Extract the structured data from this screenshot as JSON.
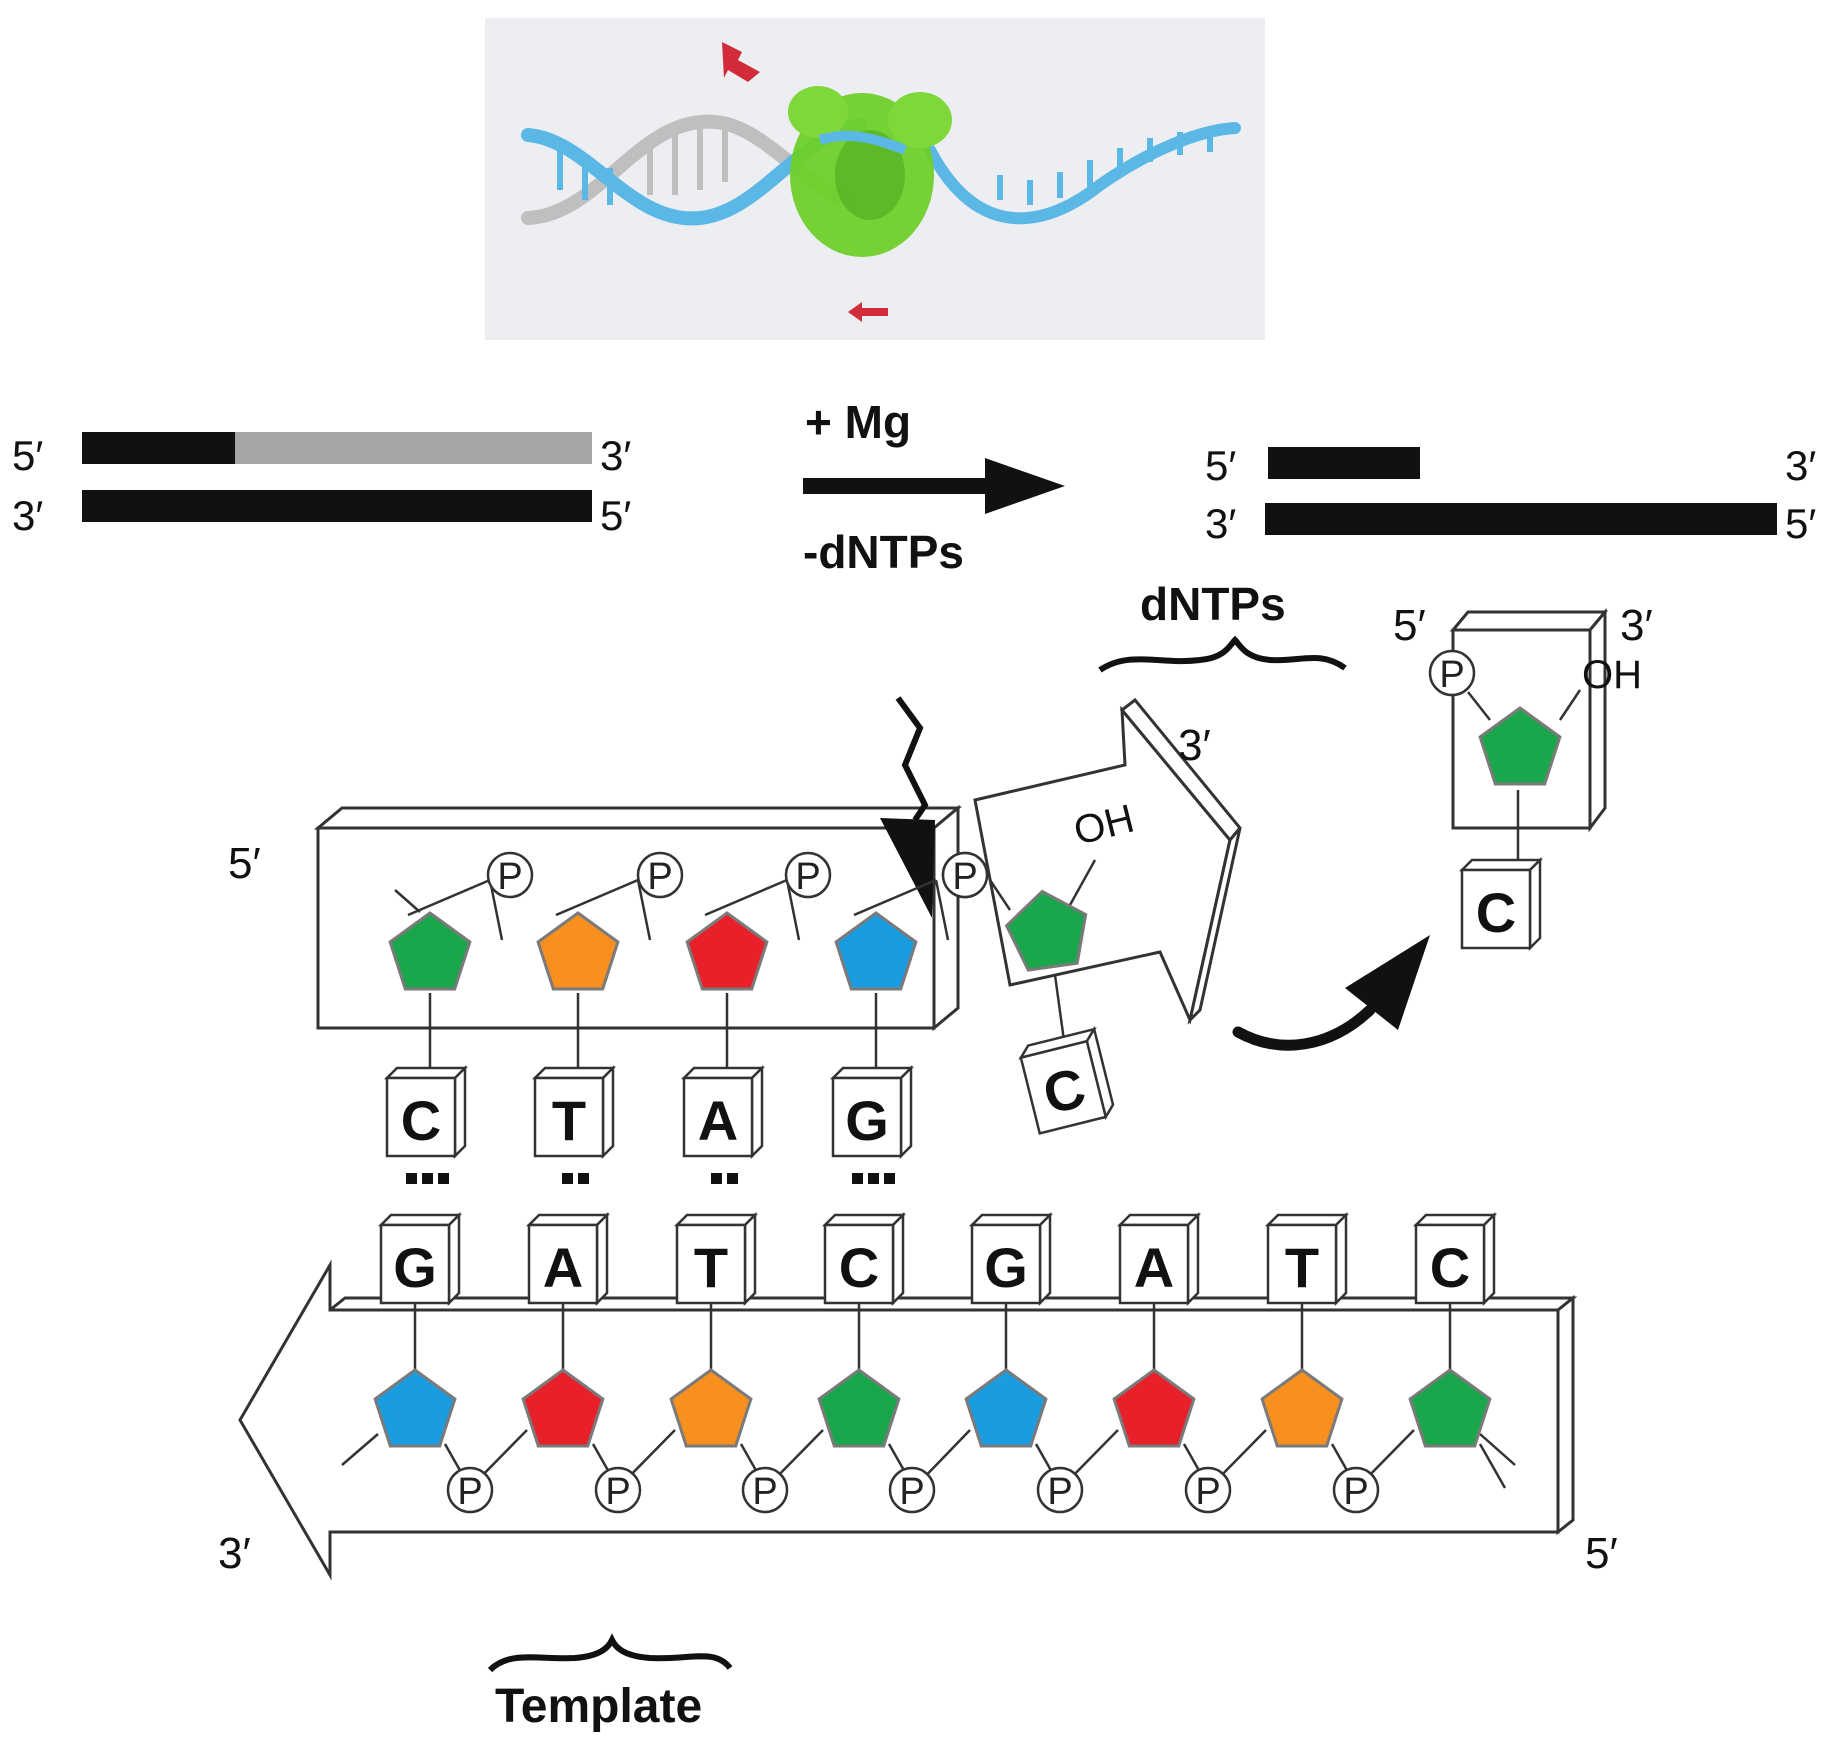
{
  "colors": {
    "green": "#1aa64a",
    "orange": "#f7901e",
    "red": "#e8202a",
    "blue": "#1a9de0",
    "helix_blue": "#5bb8e6",
    "helix_gray": "#bfbfbf",
    "enzyme_green": "#6fcf2a",
    "marker_red": "#d22c3a",
    "black": "#111111",
    "gray_bar": "#a6a6a6"
  },
  "top_illustration": {
    "icons": [
      "polymerase-enzyme-icon",
      "dna-helix-icon",
      "red-arrow-icon"
    ]
  },
  "reaction": {
    "before": {
      "top_left": "5′",
      "top_right": "3′",
      "bottom_left": "3′",
      "bottom_right": "5′"
    },
    "arrow_top": "+ Mg",
    "arrow_bottom": "-dNTPs",
    "after": {
      "top_left": "5′",
      "top_right": "3′",
      "bottom_left": "3′",
      "bottom_right": "5′"
    }
  },
  "dntps_label": "dNTPs",
  "template_label": "Template",
  "phosphate": "P",
  "hydroxyl": "OH",
  "new_strand": {
    "end_label": "5′",
    "nucleotides": [
      {
        "base": "C",
        "sugar": "green"
      },
      {
        "base": "T",
        "sugar": "orange"
      },
      {
        "base": "A",
        "sugar": "red"
      },
      {
        "base": "G",
        "sugar": "blue"
      }
    ],
    "hbonds": [
      3,
      2,
      2,
      3
    ]
  },
  "incoming": {
    "base": "C",
    "sugar": "green",
    "end_label": "3′"
  },
  "released": {
    "base": "C",
    "sugar": "green",
    "label_5": "5′",
    "label_3": "3′"
  },
  "template_strand": {
    "left_label": "3′",
    "right_label": "5′",
    "nucleotides": [
      {
        "base": "G",
        "sugar": "blue"
      },
      {
        "base": "A",
        "sugar": "red"
      },
      {
        "base": "T",
        "sugar": "orange"
      },
      {
        "base": "C",
        "sugar": "green"
      },
      {
        "base": "G",
        "sugar": "blue"
      },
      {
        "base": "A",
        "sugar": "red"
      },
      {
        "base": "T",
        "sugar": "orange"
      },
      {
        "base": "C",
        "sugar": "green"
      }
    ]
  }
}
